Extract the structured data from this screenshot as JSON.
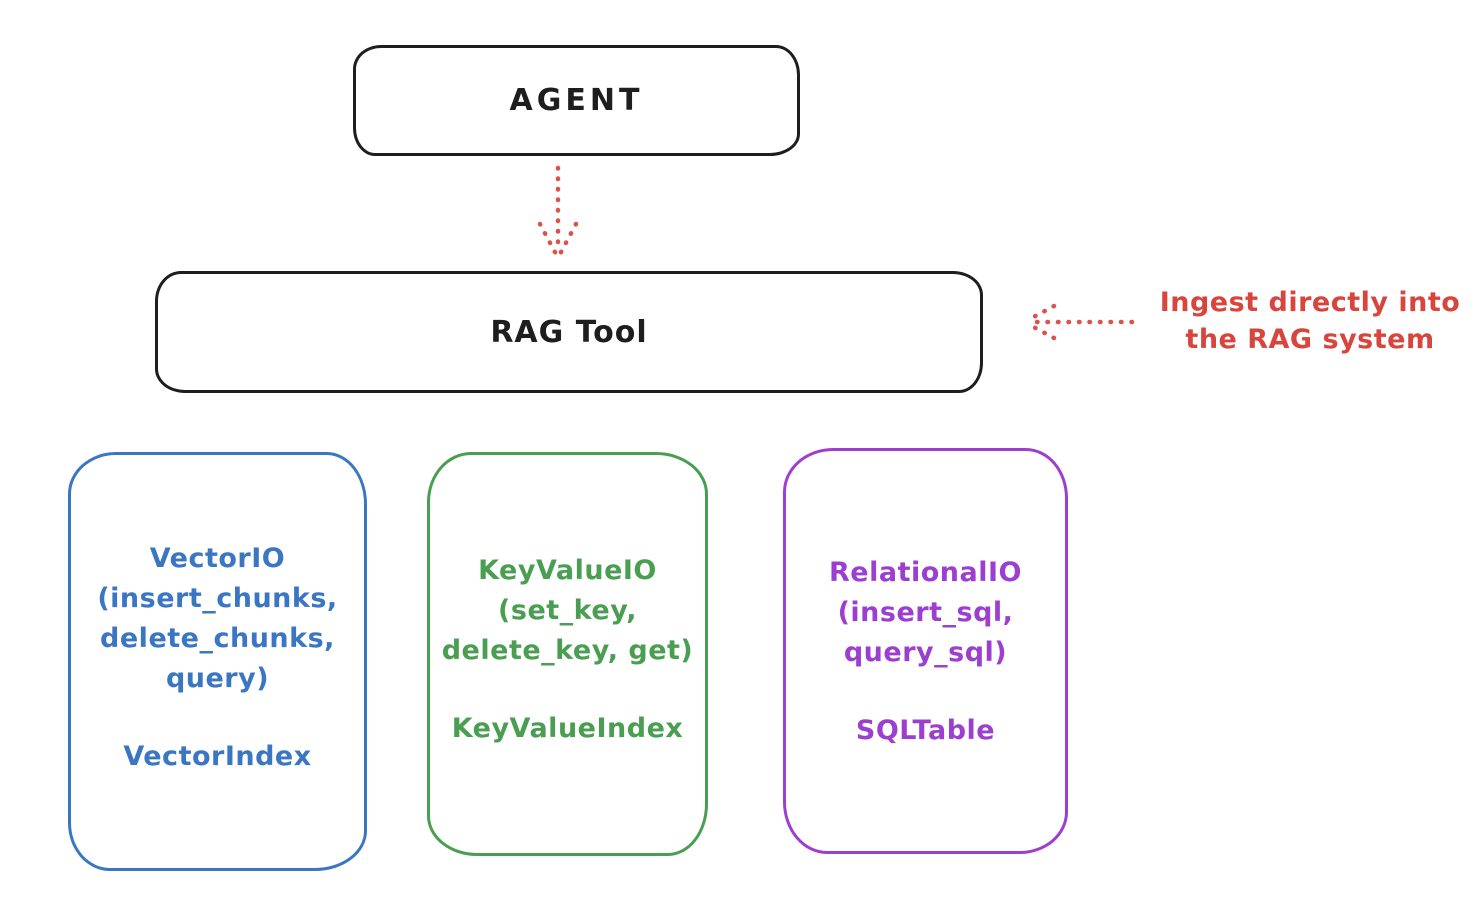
{
  "colors": {
    "ink": "#1e1e1e",
    "red": "#d8453c",
    "blue": "#3b76c3",
    "green": "#4a9e51",
    "purple": "#9c3fd0"
  },
  "agent_box": {
    "label": "AGENT"
  },
  "rag_tool_box": {
    "label": "RAG Tool"
  },
  "annotation": {
    "line1": "Ingest directly into",
    "line2": "the RAG system"
  },
  "io_boxes": [
    {
      "name": "vector-io",
      "lines": [
        "VectorIO",
        "(insert_chunks,",
        "delete_chunks,",
        "query)"
      ],
      "index_label": "VectorIndex"
    },
    {
      "name": "key-value-io",
      "lines": [
        "KeyValueIO",
        "(set_key,",
        "delete_key, get)"
      ],
      "index_label": "KeyValueIndex"
    },
    {
      "name": "relational-io",
      "lines": [
        "RelationalIO",
        "(insert_sql,",
        "query_sql)"
      ],
      "index_label": "SQLTable"
    }
  ]
}
